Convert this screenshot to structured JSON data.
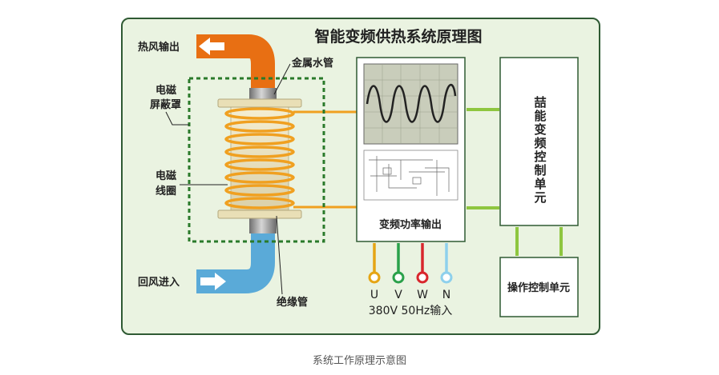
{
  "diagram": {
    "title": "智能变频供热系统原理图",
    "labels": {
      "hot_air_out": "热风输出",
      "return_air_in": "回风进入",
      "metal_pipe": "金属水管",
      "shield_line1": "电磁",
      "shield_line2": "屏蔽罩",
      "coil_line1": "电磁",
      "coil_line2": "线圈",
      "insulation_pipe": "绝缘管",
      "vf_output": "变频功率输出",
      "control_unit": [
        "喆",
        "能",
        "变",
        "频",
        "控",
        "制",
        "单",
        "元"
      ],
      "operation_unit": "操作控制单元",
      "power_input": "380V 50Hz输入"
    },
    "phases": [
      {
        "label": "U",
        "color": "#e5a514"
      },
      {
        "label": "V",
        "color": "#2aa14a"
      },
      {
        "label": "W",
        "color": "#d8262c"
      },
      {
        "label": "N",
        "color": "#8ed0ec"
      }
    ],
    "colors": {
      "panel_bg": "#eaf3e1",
      "panel_border": "#2f5a33",
      "hot_pipe": "#e86f13",
      "cold_pipe": "#5aaad8",
      "coil": "#f0a020",
      "shield": "#2a7a2a",
      "connector_green": "#8ec63f"
    }
  },
  "caption": "系统工作原理示意图"
}
